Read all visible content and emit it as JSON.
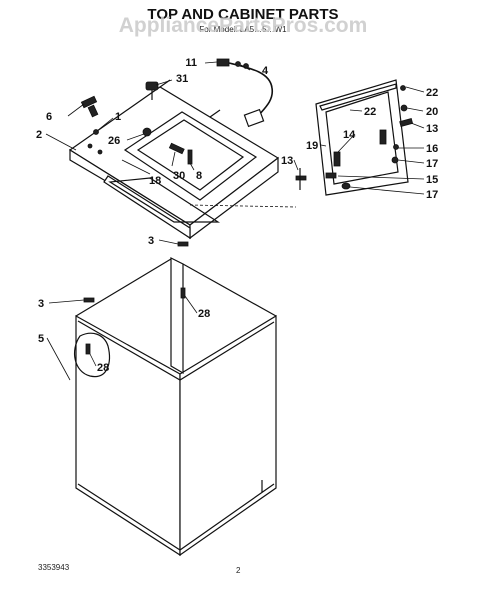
{
  "title": "TOP AND CABINET PARTS",
  "subtitle": "For Model: LA5…5…W1",
  "watermark": "AppliancePartsPros.com",
  "colors": {
    "line": "#111111",
    "watermark": "#c9c9c9",
    "background": "#ffffff"
  },
  "callouts": [
    {
      "id": "c11",
      "text": "11"
    },
    {
      "id": "c4",
      "text": "4"
    },
    {
      "id": "c31",
      "text": "31"
    },
    {
      "id": "c6",
      "text": "6"
    },
    {
      "id": "c1",
      "text": "1"
    },
    {
      "id": "c2",
      "text": "2"
    },
    {
      "id": "c26",
      "text": "26"
    },
    {
      "id": "c30",
      "text": "30"
    },
    {
      "id": "c8",
      "text": "8"
    },
    {
      "id": "c18",
      "text": "18"
    },
    {
      "id": "c22a",
      "text": "22"
    },
    {
      "id": "c22b",
      "text": "22"
    },
    {
      "id": "c20",
      "text": "20"
    },
    {
      "id": "c14",
      "text": "14"
    },
    {
      "id": "c13a",
      "text": "13"
    },
    {
      "id": "c19",
      "text": "19"
    },
    {
      "id": "c16",
      "text": "16"
    },
    {
      "id": "c13b",
      "text": "13"
    },
    {
      "id": "c17a",
      "text": "17"
    },
    {
      "id": "c15",
      "text": "15"
    },
    {
      "id": "c17b",
      "text": "17"
    },
    {
      "id": "c3a",
      "text": "3"
    },
    {
      "id": "c3b",
      "text": "3"
    },
    {
      "id": "c28a",
      "text": "28"
    },
    {
      "id": "c5",
      "text": "5"
    },
    {
      "id": "c28b",
      "text": "28"
    }
  ],
  "footer": {
    "part_number": "3353943",
    "page": "2"
  }
}
